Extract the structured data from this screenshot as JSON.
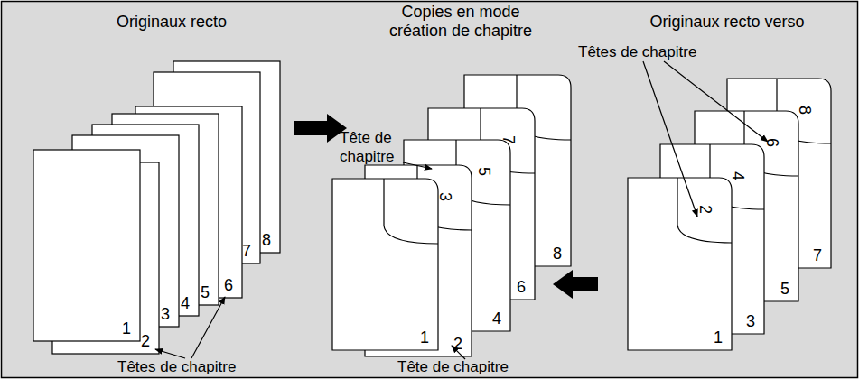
{
  "diagram": {
    "nodes": [
      {
        "text": [
          "Originaux recto"
        ]
      },
      {
        "text": [
          "Copies en mode création de chapitre"
        ]
      },
      {
        "text": [
          "Originaux recto verso"
        ]
      }
    ],
    "edges": [
      {
        "from": 0,
        "to": 1,
        "arrow": "to"
      },
      {
        "from": 2,
        "to": 1,
        "arrow": "to"
      }
    ],
    "labels": [
      "1",
      "2",
      "3",
      "4",
      "5",
      "6",
      "7",
      "8",
      "Têtes de chapitre",
      "Tête de chapitre",
      "1",
      "2",
      "3",
      "4",
      "5",
      "6",
      "7",
      "8",
      "Tête de chapitre",
      "Têtes de chapitre",
      "1",
      "2",
      "3",
      "4",
      "5",
      "6",
      "7",
      "8"
    ]
  }
}
